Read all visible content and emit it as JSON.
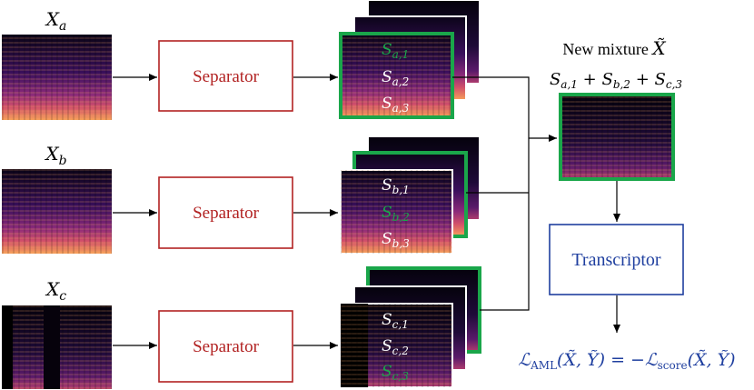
{
  "inputs": [
    {
      "label": "X",
      "sub": "a"
    },
    {
      "label": "X",
      "sub": "b"
    },
    {
      "label": "X",
      "sub": "c"
    }
  ],
  "separator_label": "Separator",
  "stacks": [
    {
      "labels": [
        {
          "base": "S",
          "sub": "a,1"
        },
        {
          "base": "S",
          "sub": "a,2"
        },
        {
          "base": "S",
          "sub": "a,3"
        }
      ],
      "highlight": 0
    },
    {
      "labels": [
        {
          "base": "S",
          "sub": "b,1"
        },
        {
          "base": "S",
          "sub": "b,2"
        },
        {
          "base": "S",
          "sub": "b,3"
        }
      ],
      "highlight": 1
    },
    {
      "labels": [
        {
          "base": "S",
          "sub": "c,1"
        },
        {
          "base": "S",
          "sub": "c,2"
        },
        {
          "base": "S",
          "sub": "c,3"
        }
      ],
      "highlight": 2
    }
  ],
  "mixture": {
    "title": "New mixture",
    "title_symbol": "X̃",
    "equation": [
      {
        "base": "S",
        "sub": "a,1"
      },
      {
        "op": "+"
      },
      {
        "base": "S",
        "sub": "b,2"
      },
      {
        "op": "+"
      },
      {
        "base": "S",
        "sub": "c,3"
      }
    ]
  },
  "transcriptor_label": "Transcriptor",
  "loss": {
    "lhs_symbol": "ℒ",
    "lhs_sub": "AML",
    "lhs_args": "(X̃, Ỹ)",
    "equals": "=",
    "rhs_symbol": "−ℒ",
    "rhs_sub": "score",
    "rhs_args": "(X̃, Ỹ)"
  },
  "colors": {
    "separator_border": "#b22222",
    "separator_text": "#b22222",
    "transcriptor_border": "#1f3f9f",
    "transcriptor_text": "#1f3f9f",
    "highlight": "#1aa64a",
    "loss_text": "#1f3f9f",
    "arrow": "#000000"
  }
}
